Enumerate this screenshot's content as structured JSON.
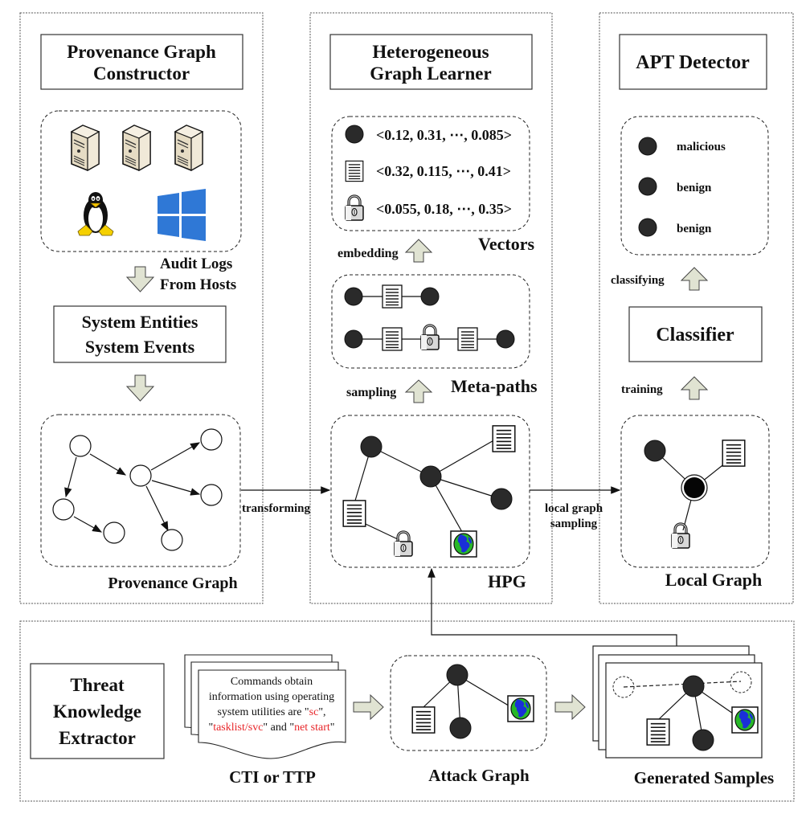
{
  "panels": {
    "constructor": {
      "title_line1": "Provenance Graph",
      "title_line2": "Constructor",
      "audit_line1": "Audit Logs",
      "audit_line2": "From Hosts",
      "entities_line1": "System Entities",
      "entities_line2": "System Events",
      "graph_label": "Provenance Graph",
      "host_icons": [
        "server-icon",
        "server-icon",
        "server-icon"
      ],
      "os_icons": [
        "linux-penguin-icon",
        "windows-logo-icon"
      ]
    },
    "learner": {
      "title_line1": "Heterogeneous",
      "title_line2": "Graph Learner",
      "vectors": [
        {
          "icon": "process-node-icon",
          "value": "<0.12, 0.31, ⋯, 0.085>"
        },
        {
          "icon": "file-icon",
          "value": "<0.32, 0.115, ⋯, 0.41>"
        },
        {
          "icon": "lock-icon",
          "value": "<0.055, 0.18, ⋯, 0.35>"
        }
      ],
      "vectors_label": "Vectors",
      "embedding_label": "embedding",
      "metapaths_label": "Meta-paths",
      "sampling_label": "sampling",
      "hpg_label": "HPG"
    },
    "detector": {
      "title": "APT Detector",
      "results": [
        "malicious",
        "benign",
        "benign"
      ],
      "classifying_label": "classifying",
      "classifier_label": "Classifier",
      "training_label": "training",
      "local_graph_label": "Local Graph"
    },
    "extractor": {
      "title_line1": "Threat",
      "title_line2": "Knowledge",
      "title_line3": "Extractor",
      "doc_line1": "Commands obtain",
      "doc_line2": "information using operating",
      "doc_line3_a": "system utilities are \"",
      "doc_line3_b": "sc",
      "doc_line3_c": "\",",
      "doc_line4_a": "\"",
      "doc_line4_b": "tasklist/svc",
      "doc_line4_c": "\" and \"",
      "doc_line4_d": "net start",
      "doc_line4_e": "\"",
      "cti_label": "CTI or TTP",
      "attack_graph_label": "Attack Graph",
      "generated_label": "Generated Samples"
    }
  },
  "connectors": {
    "transforming": "transforming",
    "local_graph_line1": "local graph",
    "local_graph_line2": "sampling"
  },
  "colors": {
    "highlight": "#e8262a",
    "arrow_fill": "#e0e3d2",
    "node_fill": "#2a2a2a",
    "windows_blue": "#2f78d6",
    "globe_blue": "#1a2fd8",
    "globe_green": "#28b828"
  }
}
